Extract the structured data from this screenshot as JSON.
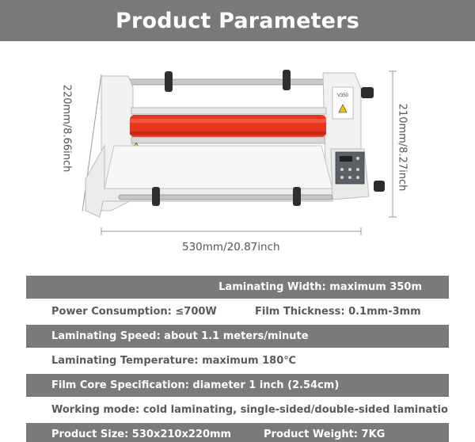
{
  "header": {
    "title": "Product Parameters"
  },
  "dimensions": {
    "width_label": "530mm/20.87inch",
    "left_height_label": "220mm/8.66inch",
    "right_height_label": "210mm/8.27inch"
  },
  "machine": {
    "panel_model": "V350"
  },
  "specs": {
    "laminating_width": "Laminating Width: maximum 350m",
    "power": "Power Consumption: ≤700W",
    "film_thickness": "Film Thickness: 0.1mm-3mm",
    "speed": "Laminating Speed: about 1.1 meters/minute",
    "temperature": "Laminating Temperature: maximum 180℃",
    "film_core": "Film Core Specification: diameter 1 inch (2.54cm)",
    "working_mode": "Working mode: cold laminating, single-sided/double-sided lamination",
    "size": "Product Size: 530x210x220mm",
    "weight": "Product Weight: 7KG"
  },
  "colors": {
    "header_bg": "#797979",
    "row_dark": "#7a7a7a",
    "roller": "#e8351f"
  }
}
